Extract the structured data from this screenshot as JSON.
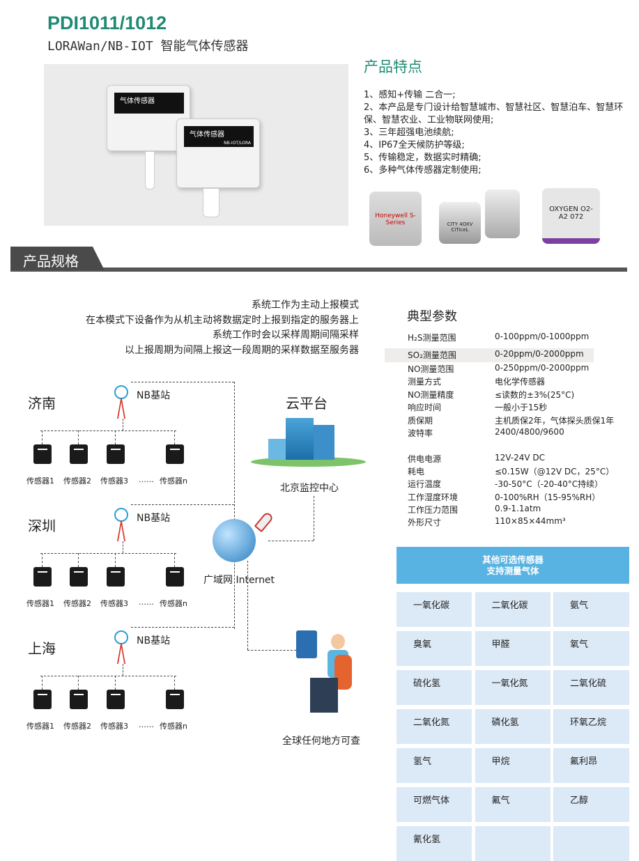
{
  "header": {
    "title": "PDI1011/1012",
    "subtitle": "LORAWan/NB-IOT 智能气体传感器"
  },
  "product_photo": {
    "label": "气体传感器",
    "sublabel": "NB-IOT/LORA"
  },
  "features": {
    "heading": "产品特点",
    "items": [
      "1、感知+传输 二合一;",
      "2、本产品是专门设计给智慧城市、智慧社区、智慧泊车、智慧环保、智慧农业、工业物联网使用;",
      "3、三年超强电池续航;",
      "4、IP67全天候防护等级;",
      "5、传输稳定，数据实时精确;",
      "6、多种气体传感器定制使用;"
    ]
  },
  "sensor_images": [
    "Honeywell S-Series",
    "CITY 4OXV CiTiceL",
    "OXYGEN O2-A2 072"
  ],
  "section": {
    "title": "产品规格"
  },
  "mode_text": [
    "系统工作为主动上报模式",
    "在本模式下设备作为从机主动将数据定时上报到指定的服务器上",
    "系统工作时会以采样周期间隔采样",
    "以上报周期为间隔上报这一段周期的采样数据至服务器"
  ],
  "diagram": {
    "cities": [
      {
        "name": "济南"
      },
      {
        "name": "深圳"
      },
      {
        "name": "上海"
      }
    ],
    "station": "NB基站",
    "devices": [
      "传感器1",
      "传感器2",
      "传感器3",
      "……",
      "传感器n"
    ],
    "cloud": "云平台",
    "center": "北京监控中心",
    "internet": "广域网 Internet",
    "anywhere": "全球任何地方可查"
  },
  "params": {
    "heading": "典型参数",
    "rows": [
      {
        "k": "H₂S测量范围",
        "v": "0-100ppm/0-1000ppm"
      },
      {
        "k": "SO₂测量范围",
        "v": "0-20ppm/0-2000ppm"
      },
      {
        "k": "NO测量范围",
        "v": "0-250ppm/0-2000ppm"
      },
      {
        "k": "测量方式",
        "v": "电化学传感器"
      },
      {
        "k": "NO测量精度",
        "v": "≤读数的±3%(25°C)"
      },
      {
        "k": "响应时间",
        "v": "一般小于15秒"
      },
      {
        "k": "质保期",
        "v": "主机质保2年，气体探头质保1年"
      },
      {
        "k": "波特率",
        "v": "2400/4800/9600"
      },
      {
        "k": "供电电源",
        "v": "12V-24V DC"
      },
      {
        "k": "耗电",
        "v": "≤0.15W（@12V DC，25°C）"
      },
      {
        "k": "运行温度",
        "v": "-30-50°C（-20-40°C持续）"
      },
      {
        "k": "工作湿度环境",
        "v": "0-100%RH（15-95%RH）"
      },
      {
        "k": "工作压力范围",
        "v": "0.9-1.1atm"
      },
      {
        "k": "外形尺寸",
        "v": "110×85×44mm³"
      }
    ]
  },
  "gases": {
    "heading1": "其他可选传感器",
    "heading2": "支持测量气体",
    "items": [
      "一氧化碳",
      "二氧化碳",
      "氨气",
      "臭氧",
      "甲醛",
      "氧气",
      "硫化氢",
      "一氧化氮",
      "二氧化硫",
      "二氧化氮",
      "磷化氢",
      "环氧乙烷",
      "氢气",
      "甲烷",
      "氟利昂",
      "可燃气体",
      "氟气",
      "乙醇",
      "氰化氢",
      "",
      ""
    ]
  }
}
